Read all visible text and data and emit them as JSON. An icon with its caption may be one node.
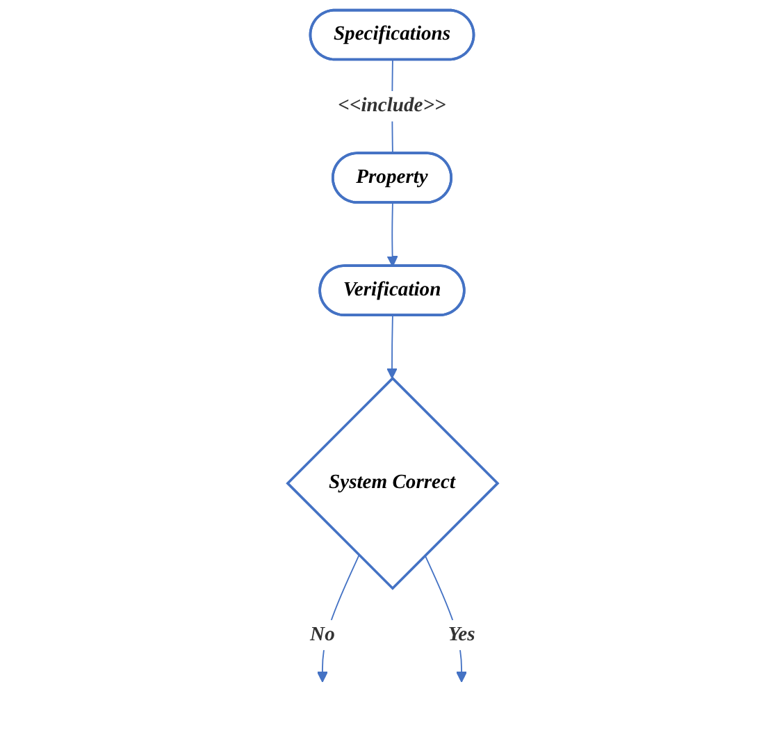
{
  "diagram": {
    "nodes": [
      {
        "text": [
          "Specifications"
        ]
      },
      {
        "text": [
          "Property"
        ]
      },
      {
        "text": [
          "Verification"
        ]
      },
      {
        "text": [
          "System Correct"
        ]
      }
    ],
    "edges": [
      {
        "from": 0,
        "to": 1,
        "arrow": "none",
        "label": "<<include>>"
      },
      {
        "from": 1,
        "to": 2,
        "arrow": "to"
      },
      {
        "from": 2,
        "to": 3,
        "arrow": "to"
      },
      {
        "from": 3,
        "to": null,
        "arrow": "to",
        "label": "No"
      },
      {
        "from": 3,
        "to": null,
        "arrow": "to",
        "label": "Yes"
      }
    ]
  }
}
